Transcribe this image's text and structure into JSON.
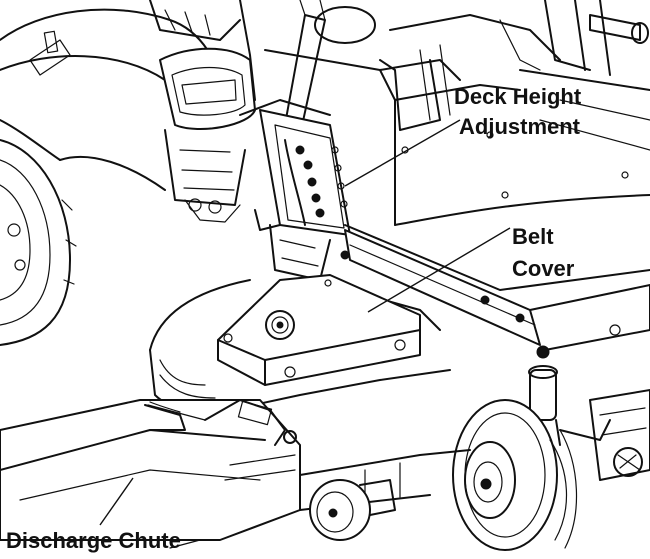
{
  "labels": {
    "deck_height_line1": "Deck Height",
    "deck_height_line2": "Adjustment",
    "belt_cover_line1": "Belt",
    "belt_cover_line2": "Cover",
    "discharge_chute": "Discharge Chute"
  },
  "colors": {
    "ink": "#111111",
    "paper": "#ffffff"
  }
}
